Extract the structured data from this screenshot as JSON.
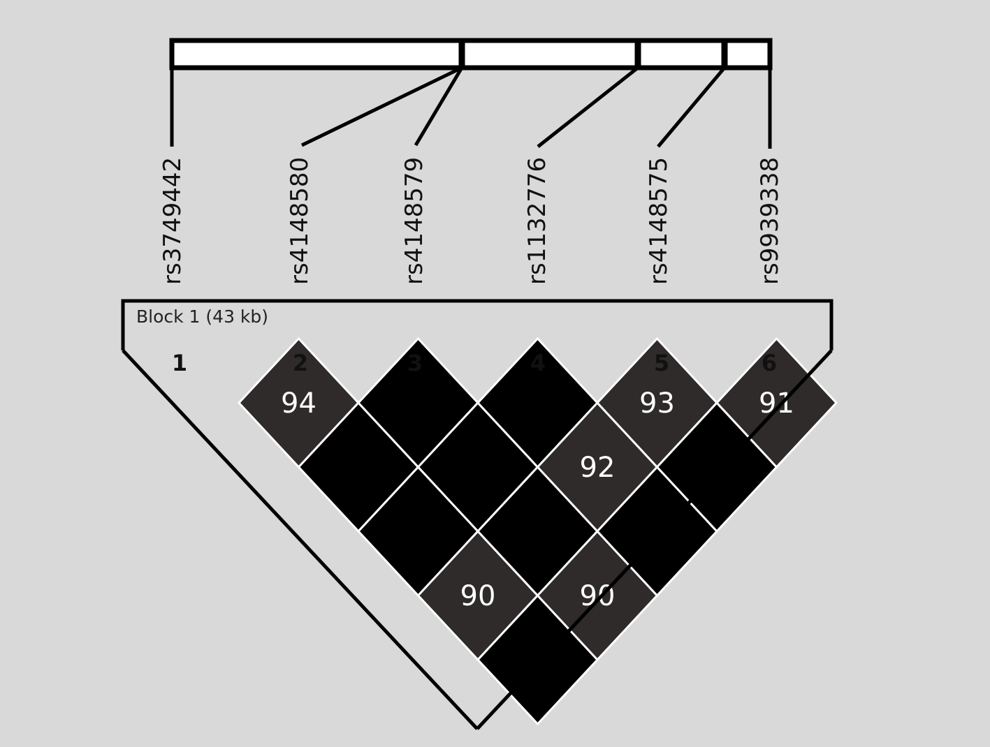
{
  "snps": [
    {
      "index": "1",
      "name": "rs3749442"
    },
    {
      "index": "2",
      "name": "rs4148580"
    },
    {
      "index": "3",
      "name": "rs4148579"
    },
    {
      "index": "4",
      "name": "rs1132776"
    },
    {
      "index": "5",
      "name": "rs4148575"
    },
    {
      "index": "6",
      "name": "rs9939338"
    }
  ],
  "block": {
    "label": "Block 1 (43 kb)"
  },
  "ld_cells": [
    {
      "i": 1,
      "j": 2,
      "value": "94",
      "strength": "moderate"
    },
    {
      "i": 1,
      "j": 3,
      "value": "",
      "strength": "strong"
    },
    {
      "i": 1,
      "j": 4,
      "value": "",
      "strength": "strong"
    },
    {
      "i": 1,
      "j": 5,
      "value": "90",
      "strength": "moderate"
    },
    {
      "i": 1,
      "j": 6,
      "value": "",
      "strength": "strong"
    },
    {
      "i": 2,
      "j": 3,
      "value": "",
      "strength": "strong"
    },
    {
      "i": 2,
      "j": 4,
      "value": "",
      "strength": "strong"
    },
    {
      "i": 2,
      "j": 5,
      "value": "",
      "strength": "strong"
    },
    {
      "i": 2,
      "j": 6,
      "value": "90",
      "strength": "moderate"
    },
    {
      "i": 3,
      "j": 4,
      "value": "",
      "strength": "strong"
    },
    {
      "i": 3,
      "j": 5,
      "value": "92",
      "strength": "moderate"
    },
    {
      "i": 3,
      "j": 6,
      "value": "",
      "strength": "strong"
    },
    {
      "i": 4,
      "j": 5,
      "value": "93",
      "strength": "moderate"
    },
    {
      "i": 4,
      "j": 6,
      "value": "",
      "strength": "strong"
    },
    {
      "i": 5,
      "j": 6,
      "value": "91",
      "strength": "moderate"
    }
  ],
  "colors": {
    "background": "#d9d9d9",
    "strong": "#000000",
    "moderate": "#2f2b2b",
    "gene_bar": "#ffffff",
    "outline": "#000000"
  }
}
